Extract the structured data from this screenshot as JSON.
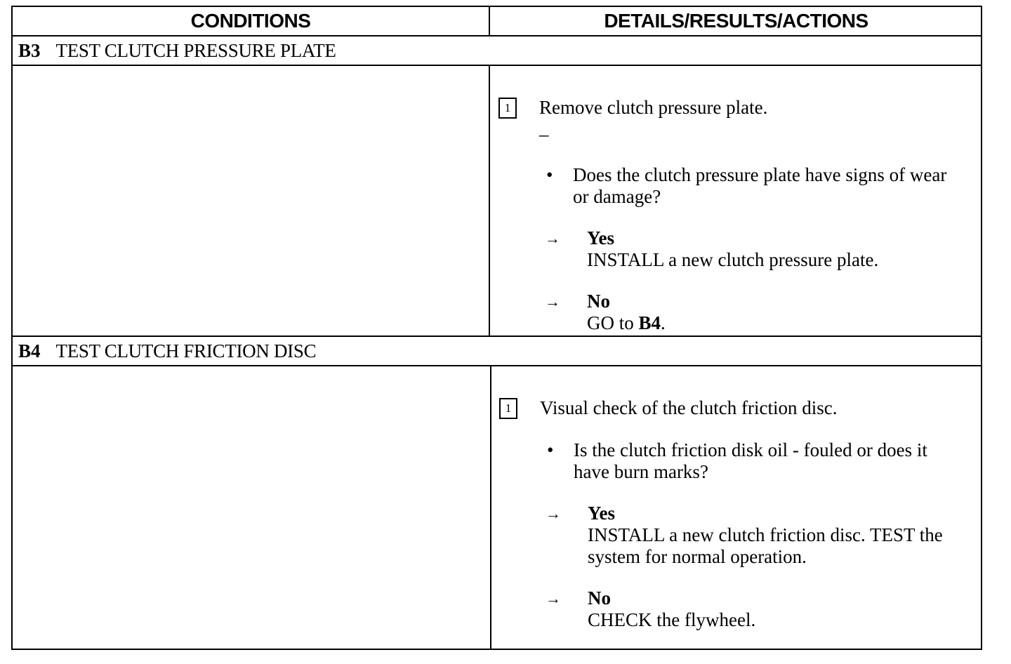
{
  "header": {
    "conditions": "CONDITIONS",
    "details": "DETAILS/RESULTS/ACTIONS"
  },
  "sections": [
    {
      "code": "B3",
      "title": "TEST CLUTCH PRESSURE PLATE",
      "step_number": "1",
      "step_text": "Remove clutch pressure plate.",
      "dash": "–",
      "question": "Does the clutch pressure plate have signs of wear or damage?",
      "yes_label": "Yes",
      "yes_action": "INSTALL a new clutch pressure plate.",
      "no_label": "No",
      "no_action_prefix": "GO to ",
      "no_action_ref": "B4",
      "no_action_suffix": "."
    },
    {
      "code": "B4",
      "title": "TEST CLUTCH FRICTION DISC",
      "step_number": "1",
      "step_text": "Visual check of the clutch friction disc.",
      "question": "Is the clutch friction disk oil - fouled or does it have burn marks?",
      "yes_label": "Yes",
      "yes_action": "INSTALL a new clutch friction disc. TEST the system for normal operation.",
      "no_label": "No",
      "no_action": "CHECK the flywheel."
    }
  ],
  "symbols": {
    "bullet": "•",
    "arrow": "→"
  }
}
